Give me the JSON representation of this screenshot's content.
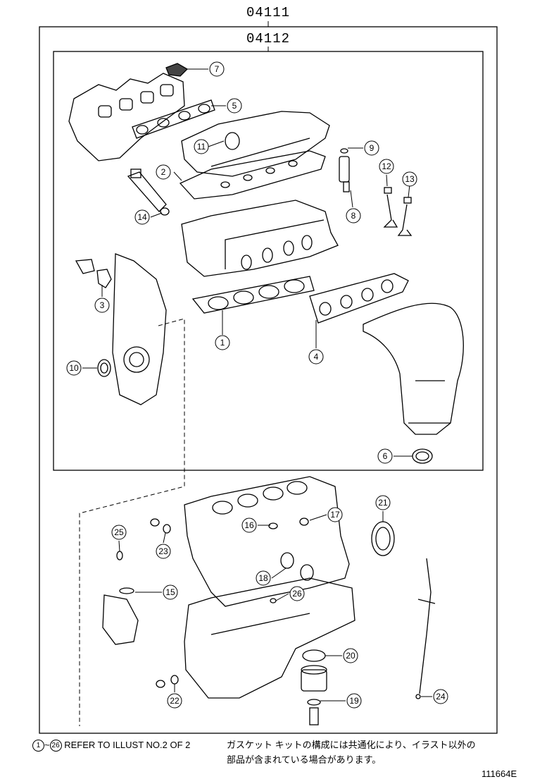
{
  "kit": {
    "outer_part_number": "04111",
    "inner_part_number": "04112"
  },
  "callouts": [
    "1",
    "2",
    "3",
    "4",
    "5",
    "6",
    "7",
    "8",
    "9",
    "10",
    "11",
    "12",
    "13",
    "14",
    "15",
    "16",
    "17",
    "18",
    "19",
    "20",
    "21",
    "22",
    "23",
    "24",
    "25",
    "26"
  ],
  "footnote": {
    "range_start": "1",
    "range_sep": "~",
    "range_end": "26",
    "english": "REFER TO ILLUST NO.2 OF 2",
    "japanese_line1": "ガスケット キットの構成には共通化により、イラスト以外の",
    "japanese_line2": "部品が含まれている場合があります。"
  },
  "figure_id": "111664E"
}
